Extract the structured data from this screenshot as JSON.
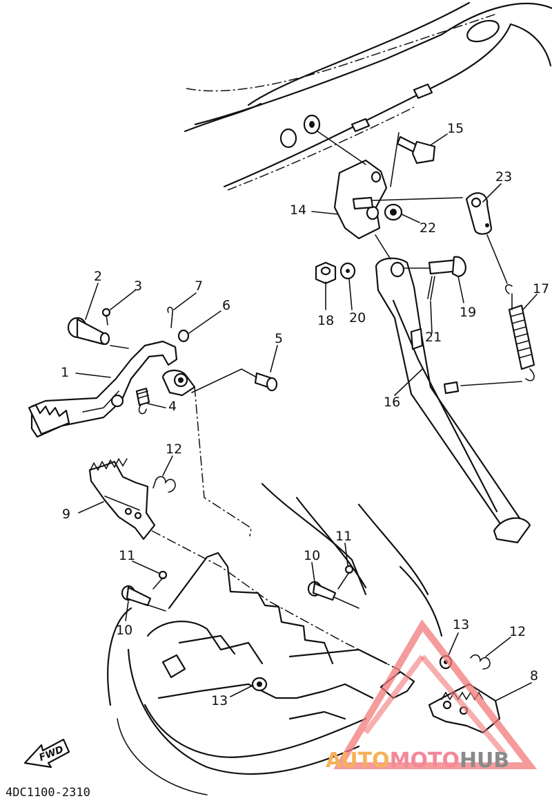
{
  "diagram_code": "4DC1100-2310",
  "direction_label": "FWD",
  "watermark": {
    "part1": "AUTO",
    "part2": "MOTO",
    "part3": "HUB",
    "colors": {
      "auto": "#f6b25a",
      "moto": "#f2899a",
      "hub": "#8a8a8a",
      "triangle": "#f27a7a"
    }
  },
  "callouts": {
    "c1": "1",
    "c2": "2",
    "c3": "3",
    "c4": "4",
    "c5": "5",
    "c6": "6",
    "c7": "7",
    "c8": "8",
    "c9": "9",
    "c10a": "10",
    "c10b": "10",
    "c11a": "11",
    "c11b": "11",
    "c12a": "12",
    "c12b": "12",
    "c13a": "13",
    "c13b": "13",
    "c14": "14",
    "c15": "15",
    "c16": "16",
    "c17": "17",
    "c18": "18",
    "c19": "19",
    "c20": "20",
    "c21": "21",
    "c22": "22",
    "c23": "23"
  },
  "icons": [
    "brake-pedal",
    "footrest",
    "sidestand",
    "spring",
    "bolt",
    "nut",
    "washer",
    "cotter-pin",
    "fwd-arrow"
  ]
}
